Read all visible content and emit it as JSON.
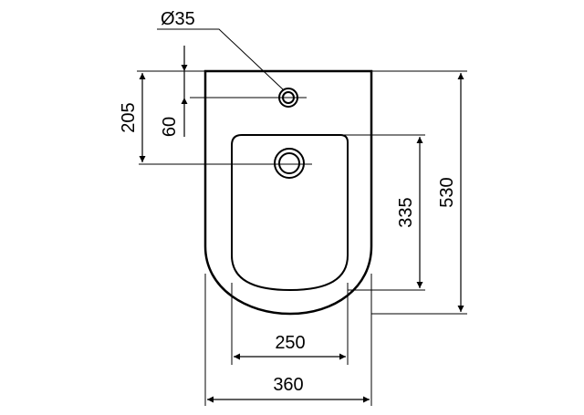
{
  "drawing": {
    "hole_diameter_label": "Ø35",
    "dim_205": "205",
    "dim_60": "60",
    "dim_335": "335",
    "dim_530": "530",
    "dim_250": "250",
    "dim_360": "360"
  },
  "colors": {
    "line": "#000000",
    "background": "#ffffff"
  }
}
